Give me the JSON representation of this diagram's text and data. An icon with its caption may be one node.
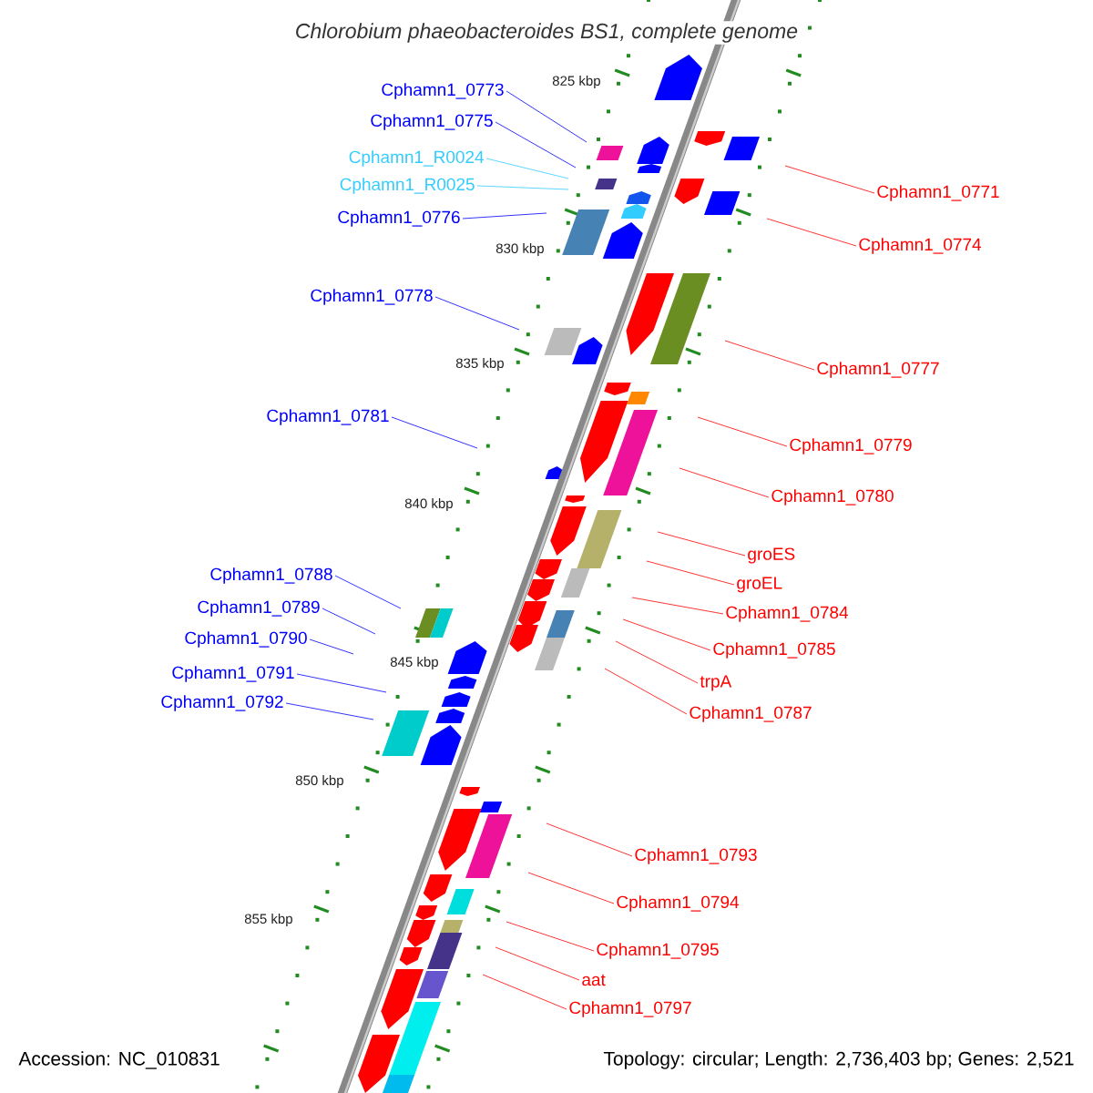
{
  "diagram": {
    "title": "Chlorobium phaeobacteroides BS1, complete genome",
    "nodes": [
      {
        "text": [
          "Cphamn1_0773"
        ]
      },
      {
        "text": [
          "Cphamn1_0775"
        ]
      },
      {
        "text": [
          "Cphamn1_R0024"
        ]
      },
      {
        "text": [
          "Cphamn1_R0025"
        ]
      },
      {
        "text": [
          "Cphamn1_0776"
        ]
      },
      {
        "text": [
          "Cphamn1_0778"
        ]
      },
      {
        "text": [
          "Cphamn1_0781"
        ]
      },
      {
        "text": [
          "Cphamn1_0788"
        ]
      },
      {
        "text": [
          "Cphamn1_0789"
        ]
      },
      {
        "text": [
          "Cphamn1_0790"
        ]
      },
      {
        "text": [
          "Cphamn1_0791"
        ]
      },
      {
        "text": [
          "Cphamn1_0792"
        ]
      },
      {
        "text": [
          "Cphamn1_0771"
        ]
      },
      {
        "text": [
          "Cphamn1_0774"
        ]
      },
      {
        "text": [
          "Cphamn1_0777"
        ]
      },
      {
        "text": [
          "Cphamn1_0779"
        ]
      },
      {
        "text": [
          "Cphamn1_0780"
        ]
      },
      {
        "text": [
          "groES"
        ]
      },
      {
        "text": [
          "groEL"
        ]
      },
      {
        "text": [
          "Cphamn1_0784"
        ]
      },
      {
        "text": [
          "Cphamn1_0785"
        ]
      },
      {
        "text": [
          "trpA"
        ]
      },
      {
        "text": [
          "Cphamn1_0787"
        ]
      },
      {
        "text": [
          "Cphamn1_0793"
        ]
      },
      {
        "text": [
          "Cphamn1_0794"
        ]
      },
      {
        "text": [
          "Cphamn1_0795"
        ]
      },
      {
        "text": [
          "aat"
        ]
      },
      {
        "text": [
          "Cphamn1_0797"
        ]
      }
    ],
    "edges": [
      {
        "from": 0,
        "to": null,
        "arrow": "none",
        "color": "#0000ff"
      },
      {
        "from": 1,
        "to": null,
        "arrow": "none",
        "color": "#0000ff"
      },
      {
        "from": 2,
        "to": null,
        "arrow": "none",
        "color": "#33ccff"
      },
      {
        "from": 3,
        "to": null,
        "arrow": "none",
        "color": "#33ccff"
      },
      {
        "from": 4,
        "to": null,
        "arrow": "none",
        "color": "#0000ff"
      },
      {
        "from": 5,
        "to": null,
        "arrow": "none",
        "color": "#0000ff"
      },
      {
        "from": 6,
        "to": null,
        "arrow": "none",
        "color": "#0000ff"
      },
      {
        "from": 7,
        "to": null,
        "arrow": "none",
        "color": "#0000ff"
      },
      {
        "from": 8,
        "to": null,
        "arrow": "none",
        "color": "#0000ff"
      },
      {
        "from": 9,
        "to": null,
        "arrow": "none",
        "color": "#0000ff"
      },
      {
        "from": 10,
        "to": null,
        "arrow": "none",
        "color": "#0000ff"
      },
      {
        "from": 11,
        "to": null,
        "arrow": "none",
        "color": "#0000ff"
      },
      {
        "from": 12,
        "to": null,
        "arrow": "none"
      },
      {
        "from": 13,
        "to": null,
        "arrow": "none"
      },
      {
        "from": 14,
        "to": null,
        "arrow": "none"
      },
      {
        "from": 15,
        "to": null,
        "arrow": "none"
      },
      {
        "from": 16,
        "to": null,
        "arrow": "none"
      },
      {
        "from": 17,
        "to": null,
        "arrow": "none"
      },
      {
        "from": 18,
        "to": null,
        "arrow": "none"
      },
      {
        "from": 19,
        "to": null,
        "arrow": "none"
      },
      {
        "from": 20,
        "to": null,
        "arrow": "none"
      },
      {
        "from": 21,
        "to": null,
        "arrow": "none"
      },
      {
        "from": 22,
        "to": null,
        "arrow": "none"
      },
      {
        "from": 23,
        "to": null,
        "arrow": "none"
      },
      {
        "from": 24,
        "to": null,
        "arrow": "none"
      },
      {
        "from": 25,
        "to": null,
        "arrow": "none"
      },
      {
        "from": 26,
        "to": null,
        "arrow": "none"
      },
      {
        "from": 27,
        "to": null,
        "arrow": "none"
      }
    ],
    "labels": [
      "825 kbp",
      "830 kbp",
      "835 kbp",
      "840 kbp",
      "845 kbp",
      "850 kbp",
      "855 kbp",
      "Accession: NC_010831",
      "Topology: circular; Length: 2,736,403 bp; Genes: 2,521"
    ]
  }
}
